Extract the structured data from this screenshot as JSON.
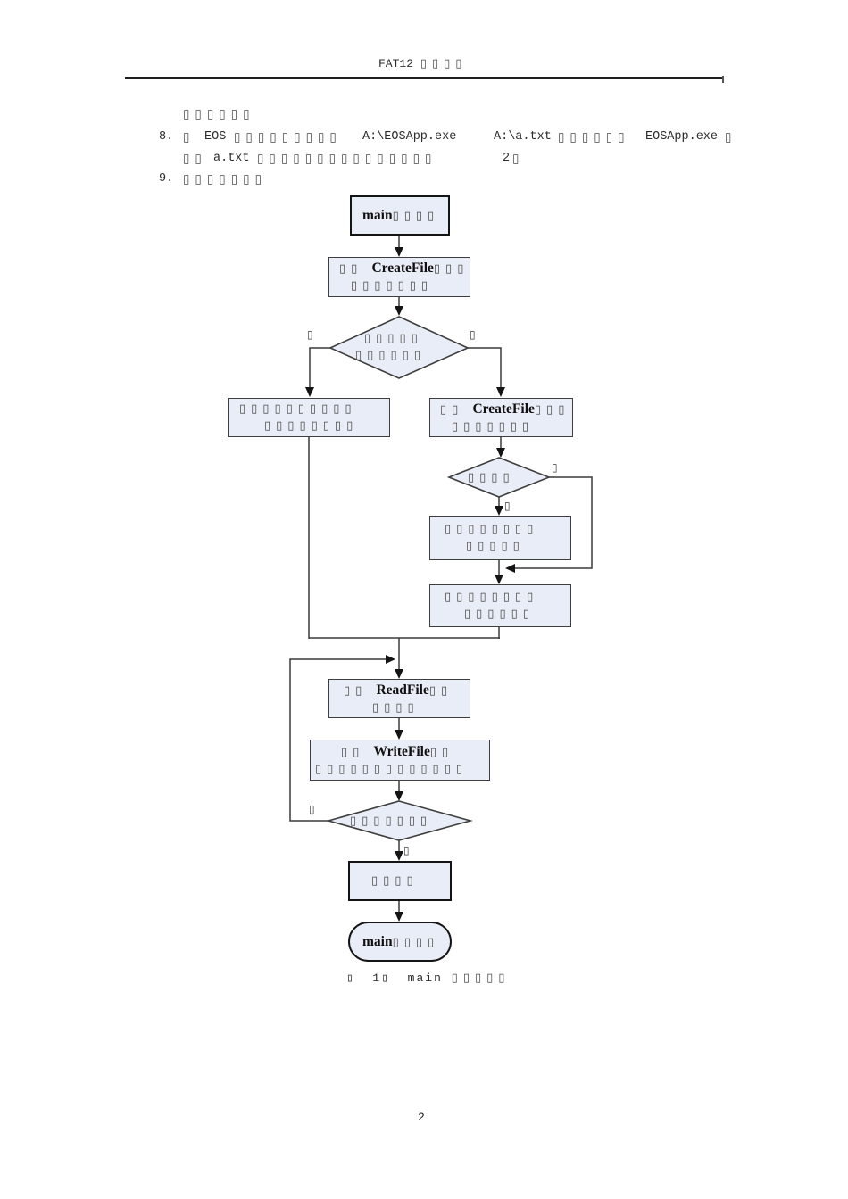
{
  "header": {
    "title_latin": "FAT12 ",
    "title_tofu": "▯▯▯▯"
  },
  "body": {
    "intro": "▯▯▯▯▯▯",
    "item8": {
      "num": "8.",
      "seg_pre": "▯",
      "seg_eos": "EOS",
      "seg_t1": "▯▯▯▯▯▯▯▯▯",
      "seg_path1": "A:\\EOSApp.exe",
      "seg_path2": "A:\\a.txt",
      "seg_t2": "▯▯▯▯▯▯",
      "seg_app": "EOSApp.exe",
      "seg_t3": "▯",
      "l2_t1": "▯▯",
      "l2_file": "a.txt",
      "l2_t2": "▯▯▯▯▯▯▯▯▯▯▯▯▯▯▯",
      "l2_num": "2",
      "l2_numsuf": "▯"
    },
    "item9": {
      "num": "9.",
      "text": "▯▯▯▯▯▯▯"
    }
  },
  "flowchart": {
    "start": {
      "kw": "main",
      "suf": "▯▯▯▯"
    },
    "create1": {
      "pre": "▯▯ ",
      "kw": "CreateFile",
      "suf": "▯▯▯",
      "line2": "▯▯▯▯▯▯▯"
    },
    "decision1": {
      "line1": "▯▯▯▯▯",
      "line2": "▯▯▯▯▯▯"
    },
    "open_fail_box": {
      "line1": "▯▯▯▯▯▯▯▯▯▯",
      "line2": "▯▯▯▯▯▯▯▯"
    },
    "create2": {
      "pre": "▯▯ ",
      "kw": "CreateFile",
      "suf": "▯▯▯",
      "line2": "▯▯▯▯▯▯▯"
    },
    "decision2": {
      "line1": "▯▯▯▯"
    },
    "box_a": {
      "line1": "▯▯▯▯▯▯▯▯",
      "line2": "▯▯▯▯▯"
    },
    "box_b": {
      "line1": "▯▯▯▯▯▯▯▯",
      "line2": "▯▯▯▯▯▯"
    },
    "readfile": {
      "pre": "▯▯ ",
      "kw": "ReadFile",
      "suf": "▯▯",
      "line2": "▯▯▯▯"
    },
    "writefile": {
      "pre": "▯▯ ",
      "kw": "WriteFile",
      "suf": "▯▯",
      "line2": "▯▯▯▯▯▯▯▯▯▯▯▯▯"
    },
    "decision3": {
      "line1": "▯▯▯▯▯▯▯"
    },
    "final_box": {
      "line1": "▯▯▯▯"
    },
    "end": {
      "kw": "main",
      "suf": "▯▯▯▯"
    },
    "labels": {
      "d1_left": "▯",
      "d1_right": "▯",
      "d2_right": "▯",
      "d2_down": "▯",
      "d3_left": "▯",
      "d3_down": "▯"
    },
    "caption_pre": "▯  1▯  main ",
    "caption_suf": "▯▯▯▯▯",
    "colors": {
      "node_fill": "#E9EDF7",
      "node_border": "#3e3e3e",
      "line": "#3a3a3a",
      "arrow": "#141414"
    }
  },
  "footer": {
    "page_number": "2"
  }
}
